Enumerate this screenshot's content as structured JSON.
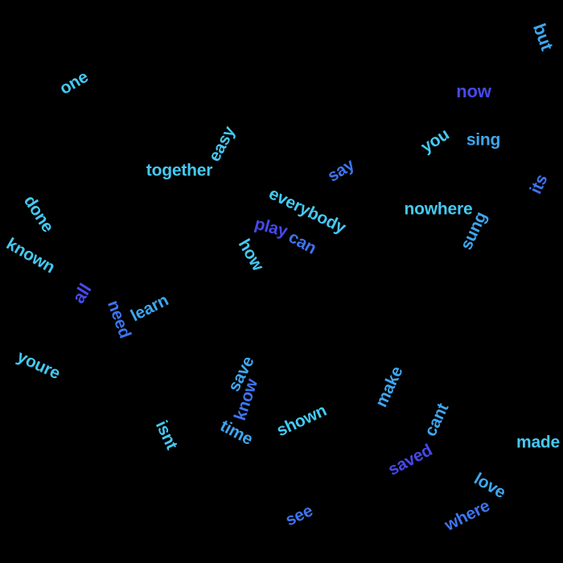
{
  "palette": {
    "background": "#000000",
    "light_cyan": "#45C9F2",
    "sky_blue": "#3FA6F0",
    "medium_blue": "#3E74EF",
    "indigo": "#4649EA"
  },
  "words": [
    {
      "id": "but",
      "text": "but",
      "color": "#3FA6F0"
    },
    {
      "id": "one",
      "text": "one",
      "color": "#45C9F2"
    },
    {
      "id": "now",
      "text": "now",
      "color": "#4649EA"
    },
    {
      "id": "you",
      "text": "you",
      "color": "#45C9F2"
    },
    {
      "id": "sing",
      "text": "sing",
      "color": "#3FA6F0"
    },
    {
      "id": "easy",
      "text": "easy",
      "color": "#45C9F2"
    },
    {
      "id": "together",
      "text": "together",
      "color": "#45C9F2"
    },
    {
      "id": "say",
      "text": "say",
      "color": "#3E74EF"
    },
    {
      "id": "its",
      "text": "its",
      "color": "#3E74EF"
    },
    {
      "id": "everybody",
      "text": "everybody",
      "color": "#45C9F2"
    },
    {
      "id": "nowhere",
      "text": "nowhere",
      "color": "#45C9F2"
    },
    {
      "id": "done",
      "text": "done",
      "color": "#45C9F2"
    },
    {
      "id": "sung",
      "text": "sung",
      "color": "#3FA6F0"
    },
    {
      "id": "play",
      "text": "play",
      "color": "#4649EA"
    },
    {
      "id": "can",
      "text": "can",
      "color": "#3E74EF"
    },
    {
      "id": "known",
      "text": "known",
      "color": "#45C9F2"
    },
    {
      "id": "how",
      "text": "how",
      "color": "#45C9F2"
    },
    {
      "id": "all",
      "text": "all",
      "color": "#4649EA"
    },
    {
      "id": "learn",
      "text": "learn",
      "color": "#3FA6F0"
    },
    {
      "id": "need",
      "text": "need",
      "color": "#3E74EF"
    },
    {
      "id": "youre",
      "text": "youre",
      "color": "#45C9F2"
    },
    {
      "id": "save",
      "text": "save",
      "color": "#3FA6F0"
    },
    {
      "id": "know",
      "text": "know",
      "color": "#3E74EF"
    },
    {
      "id": "make",
      "text": "make",
      "color": "#3FA6F0"
    },
    {
      "id": "shown",
      "text": "shown",
      "color": "#45C9F2"
    },
    {
      "id": "time",
      "text": "time",
      "color": "#3FA6F0"
    },
    {
      "id": "isnt",
      "text": "isnt",
      "color": "#45C9F2"
    },
    {
      "id": "cant",
      "text": "cant",
      "color": "#3FA6F0"
    },
    {
      "id": "made",
      "text": "made",
      "color": "#45C9F2"
    },
    {
      "id": "saved",
      "text": "saved",
      "color": "#4649EA"
    },
    {
      "id": "love",
      "text": "love",
      "color": "#3FA6F0"
    },
    {
      "id": "see",
      "text": "see",
      "color": "#3E74EF"
    },
    {
      "id": "where",
      "text": "where",
      "color": "#3E74EF"
    }
  ]
}
